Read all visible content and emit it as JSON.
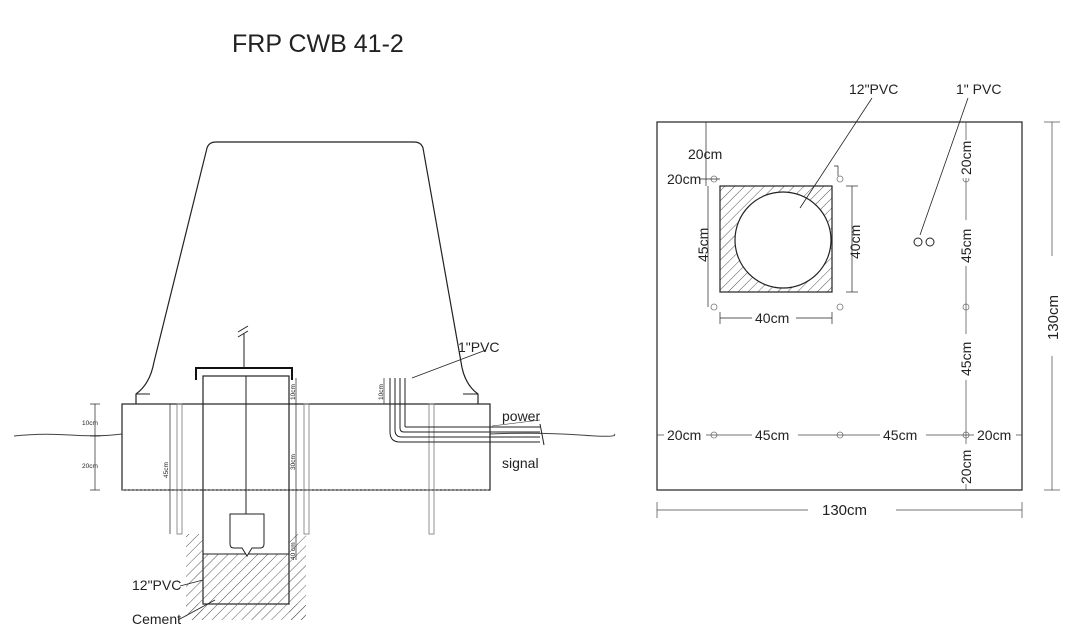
{
  "title": "FRP CWB 41-2",
  "side_view": {
    "labels": {
      "pvc_1inch": "1\"PVC",
      "power": "power",
      "signal": "signal",
      "pvc_12inch": "12\"PVC",
      "cement": "Cement"
    },
    "dimensions": {
      "d_10cm_left": "10cm",
      "d_20cm_left": "20cm",
      "d_45cm": "45cm",
      "d_10cm_top": "10cm",
      "d_30cm": "30cm",
      "d_40cm_low": "40 cm",
      "d_10cm_pvc": "10cm"
    }
  },
  "plan_view": {
    "labels": {
      "pvc_12inch": "12\"PVC",
      "pvc_1inch": "1\" PVC"
    },
    "dimensions": {
      "top_20cm_a": "20cm",
      "top_20cm_b": "20cm",
      "box_45cm": "45cm",
      "circle_40cm": "40cm",
      "box_width_40cm": "40cm",
      "right_20cm_top": "20cm",
      "right_45cm_a": "45cm",
      "right_45cm_b": "45cm",
      "bottom_20cm_left": "20cm",
      "bottom_45cm_a": "45cm",
      "bottom_45cm_b": "45cm",
      "bottom_20cm_right": "20cm",
      "bottom_20cm_down": "20cm",
      "overall_width": "130cm",
      "overall_height": "130cm"
    }
  }
}
